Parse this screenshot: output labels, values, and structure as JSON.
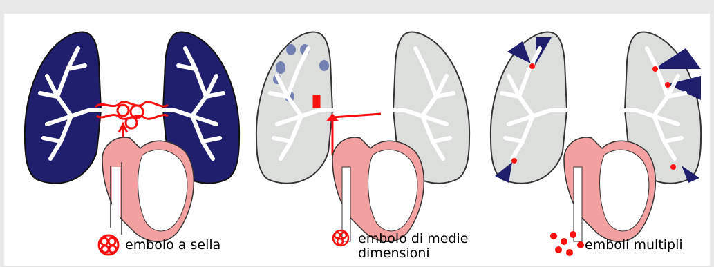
{
  "panels": [
    {
      "caption": "embolo a sella"
    },
    {
      "caption_line1": "embolo di medie",
      "caption_line2": "dimensioni"
    },
    {
      "caption": "emboli multipli"
    }
  ],
  "colors": {
    "lung_infarcted": "#1f1f6e",
    "lung_normal": "#dcdedc",
    "embolus": "#ff1010",
    "heart_wall": "#f2a0a0",
    "vessel": "#ffffff"
  }
}
